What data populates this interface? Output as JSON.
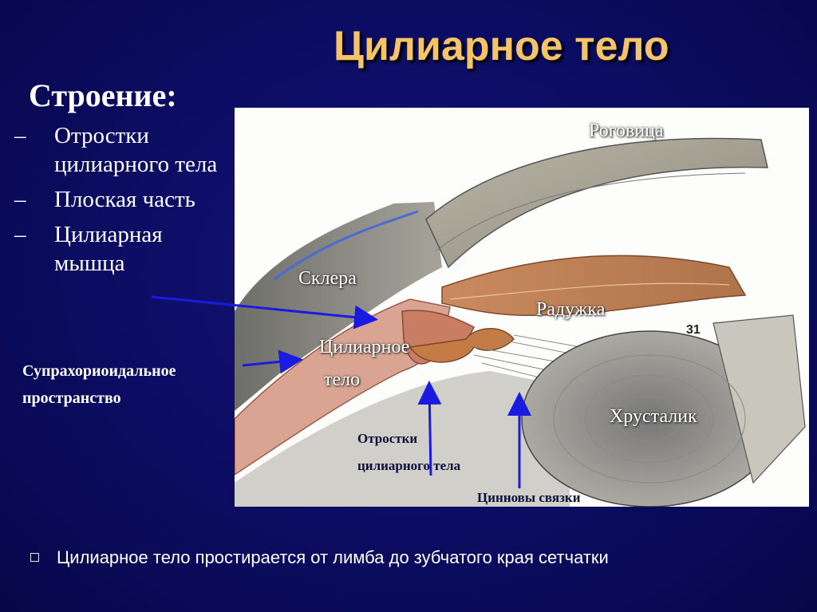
{
  "slide": {
    "title": "Цилиарное тело",
    "heading": "Строение:",
    "bullets": [
      {
        "dash": "–",
        "text": "Отростки цилиарного тела"
      },
      {
        "dash": "–",
        "text": "Плоская часть"
      },
      {
        "dash": "–",
        "text": "Цилиарная мышца"
      }
    ],
    "side_label": "Супрахориоидальное пространство",
    "footer": "Цилиарное тело простирается от лимба до зубчатого края сетчатки"
  },
  "figure": {
    "labels": {
      "cornea": "Роговица",
      "sclera": "Склера",
      "iris": "Радужка",
      "ciliary_body_line1": "Цилиарное",
      "ciliary_body_line2": "тело",
      "lens": "Хрусталик",
      "number": "31"
    },
    "callouts": {
      "processes_line1": "Отростки",
      "processes_line2": "цилиарного тела",
      "zonules": "Цинновы  связки"
    }
  },
  "colors": {
    "background": "#0c0c62",
    "title": "#f5c468",
    "arrow": "#1a1ae0"
  }
}
